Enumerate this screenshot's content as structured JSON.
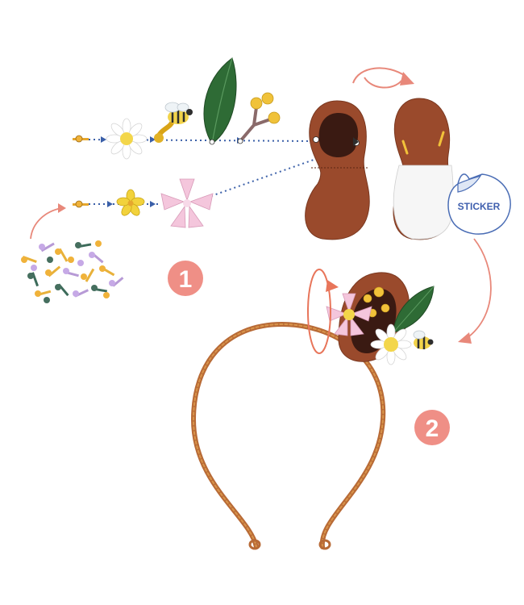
{
  "steps": [
    {
      "number": "1"
    },
    {
      "number": "2"
    }
  ],
  "sticker": {
    "label": "STICKER"
  },
  "colors": {
    "felt": "#9a4a2c",
    "felt_dark": "#3a1a12",
    "accent_arrow": "#e8887a",
    "step_badge": "#ef8f86",
    "dotted_line": "#3a5fa8",
    "sticker_outline": "#4a6db5",
    "headband": "#b86a36",
    "leaf": "#2e6b35",
    "daisy_center": "#f3d64a",
    "pink_flower": "#f4c6dc"
  },
  "icons": [
    "brad-pin-icon",
    "daisy-icon",
    "bee-icon",
    "leaf-icon",
    "branch-icon",
    "yellow-flower-icon",
    "pink-flower-icon",
    "felt-ear-icon",
    "sticker-peel-icon",
    "headband-icon",
    "rotate-arrow-icon",
    "brads-pile-icon"
  ]
}
